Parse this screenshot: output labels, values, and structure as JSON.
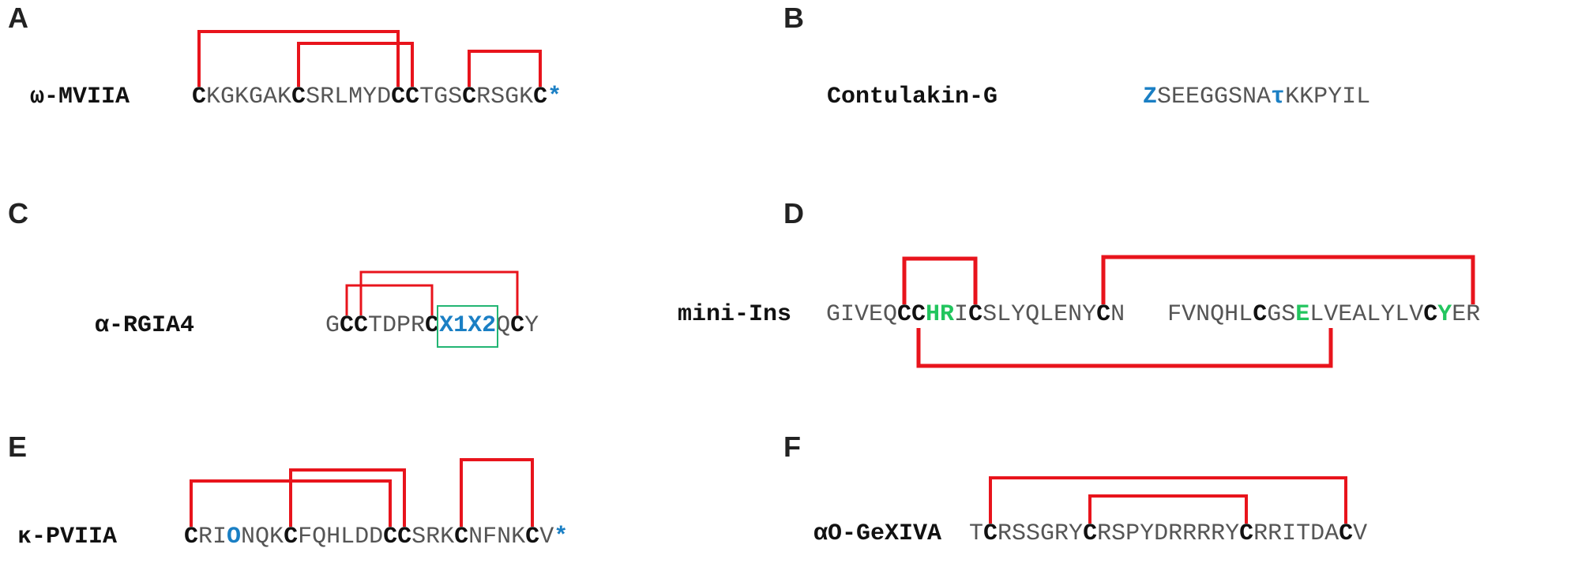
{
  "colors": {
    "bond": "#e8141c",
    "modified": "#1a7fc4",
    "highlight": "#22c55e",
    "box": "#22b573",
    "cysteine": "#111111",
    "residue": "#555555"
  },
  "panels": [
    {
      "letter": "A",
      "name": "ω-MVIIA",
      "segments": [
        {
          "t": "C",
          "k": "cys"
        },
        {
          "t": "KGKGAK",
          "k": "res"
        },
        {
          "t": "C",
          "k": "cys"
        },
        {
          "t": "SRLMYD",
          "k": "res"
        },
        {
          "t": "CC",
          "k": "cys"
        },
        {
          "t": "TGS",
          "k": "res"
        },
        {
          "t": "C",
          "k": "cys"
        },
        {
          "t": "RSGK",
          "k": "res"
        },
        {
          "t": "C",
          "k": "cys"
        },
        {
          "t": "*",
          "k": "star"
        }
      ],
      "bonds": [
        [
          0,
          14
        ],
        [
          7,
          15
        ],
        [
          19,
          24
        ]
      ]
    },
    {
      "letter": "B",
      "name": "Contulakin-G",
      "segments": [
        {
          "t": "Z",
          "k": "mod"
        },
        {
          "t": "SEEGGSNA",
          "k": "res"
        },
        {
          "t": "τ",
          "k": "mod"
        },
        {
          "t": "KKPYIL",
          "k": "res"
        }
      ],
      "bonds": []
    },
    {
      "letter": "C",
      "name": "α-RGIA4",
      "segments": [
        {
          "t": "G",
          "k": "res"
        },
        {
          "t": "CC",
          "k": "cys"
        },
        {
          "t": "TDPR",
          "k": "res"
        },
        {
          "t": "C",
          "k": "cys"
        },
        {
          "t": "X1X2",
          "k": "mod"
        },
        {
          "t": "Q",
          "k": "res"
        },
        {
          "t": "C",
          "k": "cys"
        },
        {
          "t": "Y",
          "k": "res"
        }
      ],
      "bonds": [
        [
          1,
          7
        ],
        [
          2,
          13
        ]
      ],
      "box": {
        "from": 8,
        "to": 11
      }
    },
    {
      "letter": "D",
      "name": "mini-Ins",
      "segments": [
        {
          "t": "GIVEQ",
          "k": "res"
        },
        {
          "t": "CC",
          "k": "cys"
        },
        {
          "t": "HR",
          "k": "green"
        },
        {
          "t": "I",
          "k": "res"
        },
        {
          "t": "C",
          "k": "cys"
        },
        {
          "t": "SLYQLENY",
          "k": "res"
        },
        {
          "t": "C",
          "k": "cys"
        },
        {
          "t": "N",
          "k": "res"
        },
        {
          "t": "   ",
          "k": "res"
        },
        {
          "t": "FVNQHL",
          "k": "res"
        },
        {
          "t": "C",
          "k": "cys"
        },
        {
          "t": "GS",
          "k": "res"
        },
        {
          "t": "E",
          "k": "green"
        },
        {
          "t": "LVEALYLV",
          "k": "res"
        },
        {
          "t": "C",
          "k": "cys"
        },
        {
          "t": "Y",
          "k": "green"
        },
        {
          "t": "ER",
          "k": "res"
        }
      ],
      "bonds": [
        [
          5,
          10
        ],
        [
          19,
          45
        ]
      ],
      "bonds_below": [
        [
          6,
          35
        ]
      ]
    },
    {
      "letter": "E",
      "name": "κ-PVIIA",
      "segments": [
        {
          "t": "C",
          "k": "cys"
        },
        {
          "t": "RI",
          "k": "res"
        },
        {
          "t": "O",
          "k": "mod"
        },
        {
          "t": "NQK",
          "k": "res"
        },
        {
          "t": "C",
          "k": "cys"
        },
        {
          "t": "FQHLDD",
          "k": "res"
        },
        {
          "t": "CC",
          "k": "cys"
        },
        {
          "t": "SRK",
          "k": "res"
        },
        {
          "t": "C",
          "k": "cys"
        },
        {
          "t": "NFNK",
          "k": "res"
        },
        {
          "t": "C",
          "k": "cys"
        },
        {
          "t": "V",
          "k": "res"
        },
        {
          "t": "*",
          "k": "star"
        }
      ],
      "bonds": [
        [
          0,
          14
        ],
        [
          7,
          15
        ],
        [
          19,
          24
        ]
      ]
    },
    {
      "letter": "F",
      "name": "αO-GeXIVA",
      "segments": [
        {
          "t": "T",
          "k": "res"
        },
        {
          "t": "C",
          "k": "cys"
        },
        {
          "t": "RSSGRY",
          "k": "res"
        },
        {
          "t": "C",
          "k": "cys"
        },
        {
          "t": "RSPYDRRRRY",
          "k": "res"
        },
        {
          "t": "C",
          "k": "cys"
        },
        {
          "t": "RRITDA",
          "k": "res"
        },
        {
          "t": "C",
          "k": "cys"
        },
        {
          "t": "V",
          "k": "res"
        }
      ],
      "bonds": [
        [
          1,
          26
        ],
        [
          8,
          19
        ]
      ]
    }
  ]
}
